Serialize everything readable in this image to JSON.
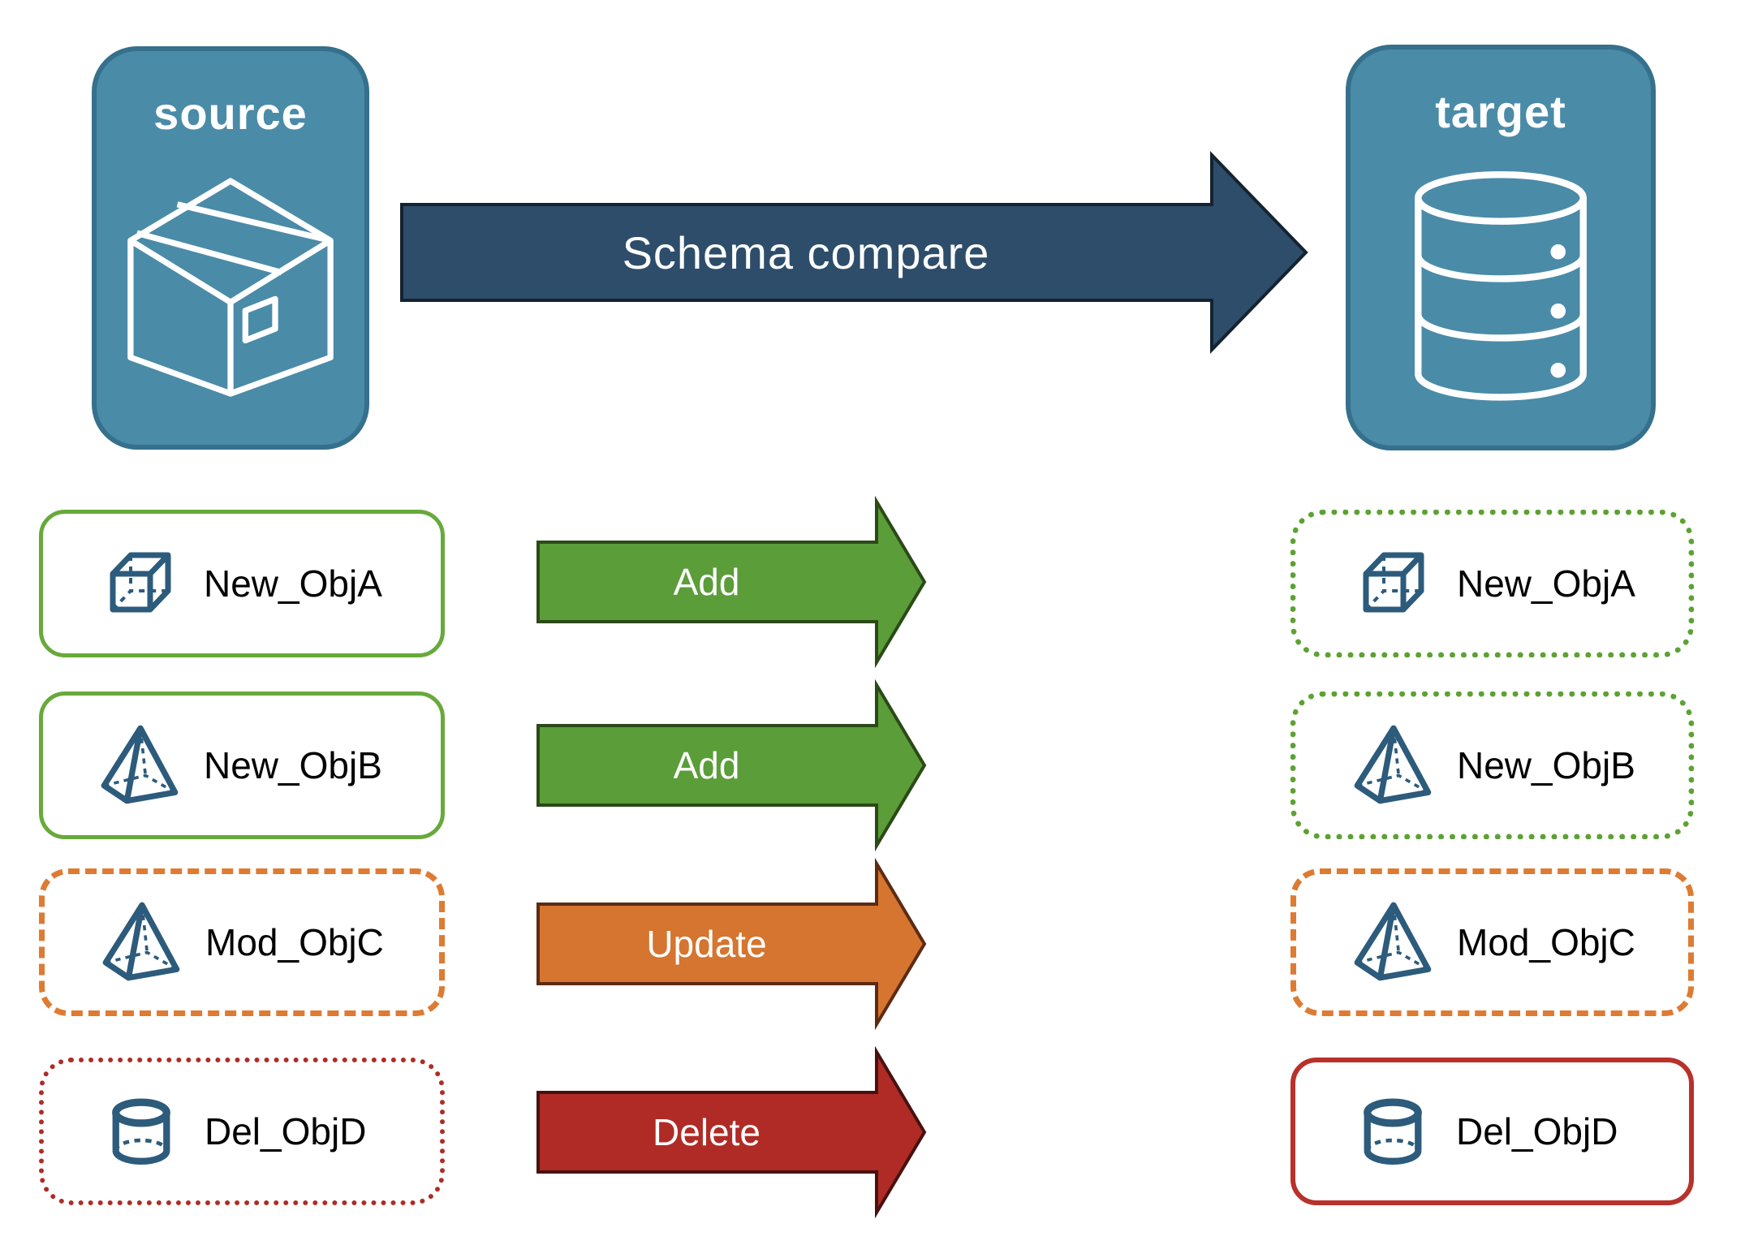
{
  "source_panel": {
    "label": "source",
    "icon": "package-box"
  },
  "target_panel": {
    "label": "target",
    "icon": "database"
  },
  "main_arrow": {
    "label": "Schema compare"
  },
  "rows": [
    {
      "name": "New_ObjA",
      "action": "Add",
      "icon": "cube",
      "source_style": "solid-green",
      "target_style": "dotted-green"
    },
    {
      "name": "New_ObjB",
      "action": "Add",
      "icon": "pyramid",
      "source_style": "solid-green",
      "target_style": "dotted-green"
    },
    {
      "name": "Mod_ObjC",
      "action": "Update",
      "icon": "pyramid",
      "source_style": "dashed-orange",
      "target_style": "dashed-orange"
    },
    {
      "name": "Del_ObjD",
      "action": "Delete",
      "icon": "cylinder",
      "source_style": "dotted-red",
      "target_style": "solid-red"
    }
  ],
  "colors": {
    "panel_fill": "#4A8BA8",
    "panel_border": "#35708C",
    "main_arrow_fill": "#2D4D6B",
    "add_arrow_fill": "#5B9D39",
    "update_arrow_fill": "#D5752F",
    "delete_arrow_fill": "#B02B25",
    "green_border": "#68A93B",
    "orange_border": "#DE7B33",
    "red_border": "#B2302A",
    "icon_stroke": "#2C5B7C"
  }
}
